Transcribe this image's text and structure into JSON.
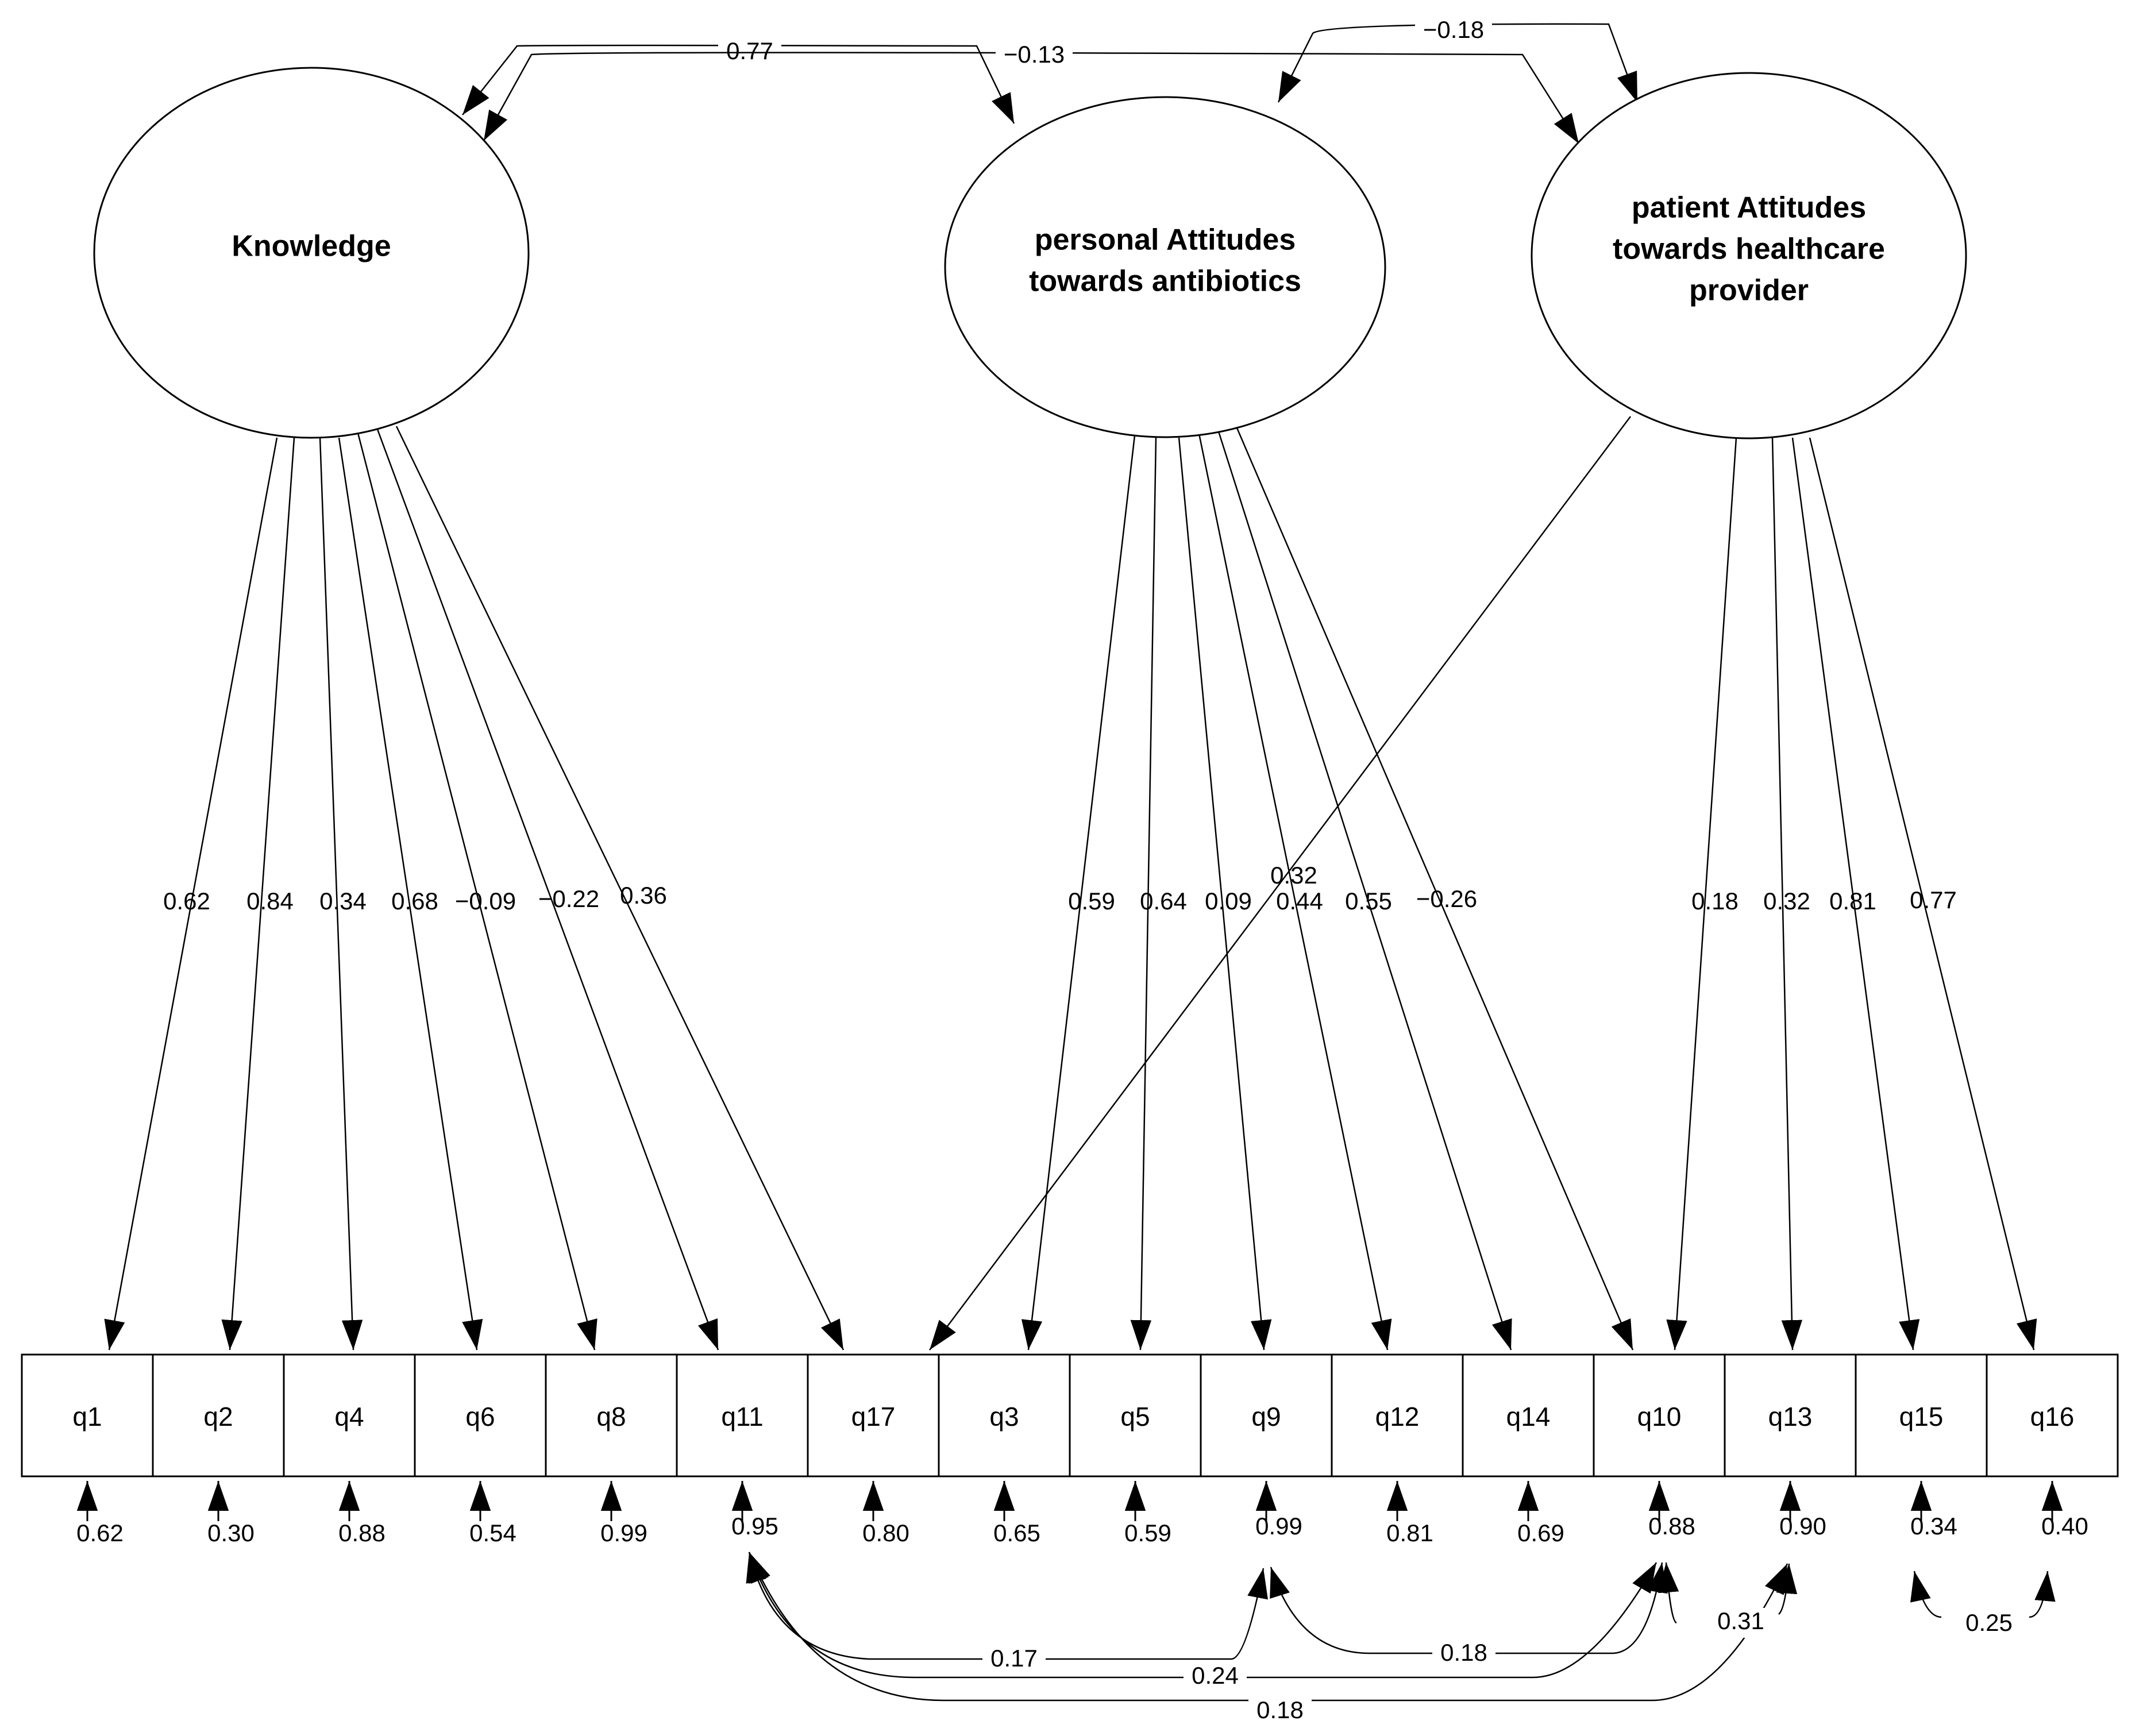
{
  "latents": [
    {
      "id": "K",
      "lines": [
        "Knowledge"
      ]
    },
    {
      "id": "PA",
      "lines": [
        "personal Attitudes",
        "towards antibiotics"
      ]
    },
    {
      "id": "PT",
      "lines": [
        "patient Attitudes",
        "towards healthcare",
        "provider"
      ]
    }
  ],
  "items": [
    "q1",
    "q2",
    "q4",
    "q6",
    "q8",
    "q11",
    "q17",
    "q3",
    "q5",
    "q9",
    "q12",
    "q14",
    "q10",
    "q13",
    "q15",
    "q16"
  ],
  "latent_covariances": [
    {
      "from": "K",
      "to": "PA",
      "value": "0.77"
    },
    {
      "from": "K",
      "to": "PT",
      "value": "−0.13"
    },
    {
      "from": "PA",
      "to": "PT",
      "value": "−0.18"
    }
  ],
  "loadings": [
    {
      "latent": "K",
      "item": "q1",
      "value": "0.62"
    },
    {
      "latent": "K",
      "item": "q2",
      "value": "0.84"
    },
    {
      "latent": "K",
      "item": "q4",
      "value": "0.34"
    },
    {
      "latent": "K",
      "item": "q6",
      "value": "0.68"
    },
    {
      "latent": "K",
      "item": "q8",
      "value": "−0.09"
    },
    {
      "latent": "K",
      "item": "q11",
      "value": "−0.22"
    },
    {
      "latent": "K",
      "item": "q17",
      "value": "0.36"
    },
    {
      "latent": "PA",
      "item": "q3",
      "value": "0.59"
    },
    {
      "latent": "PA",
      "item": "q5",
      "value": "0.64"
    },
    {
      "latent": "PA",
      "item": "q9",
      "value": "0.09"
    },
    {
      "latent": "PA",
      "item": "q12",
      "value": "0.44"
    },
    {
      "latent": "PA",
      "item": "q14",
      "value": "0.55"
    },
    {
      "latent": "PA",
      "item": "q10",
      "value": "−0.26"
    },
    {
      "latent": "PT",
      "item": "q17",
      "value": "0.32"
    },
    {
      "latent": "PT",
      "item": "q10",
      "value": "0.18"
    },
    {
      "latent": "PT",
      "item": "q13",
      "value": "0.32"
    },
    {
      "latent": "PT",
      "item": "q15",
      "value": "0.81"
    },
    {
      "latent": "PT",
      "item": "q16",
      "value": "0.77"
    }
  ],
  "residuals": [
    {
      "item": "q1",
      "value": "0.62"
    },
    {
      "item": "q2",
      "value": "0.30"
    },
    {
      "item": "q4",
      "value": "0.88"
    },
    {
      "item": "q6",
      "value": "0.54"
    },
    {
      "item": "q8",
      "value": "0.99"
    },
    {
      "item": "q11",
      "value": "0.95"
    },
    {
      "item": "q17",
      "value": "0.80"
    },
    {
      "item": "q3",
      "value": "0.65"
    },
    {
      "item": "q5",
      "value": "0.59"
    },
    {
      "item": "q9",
      "value": "0.99"
    },
    {
      "item": "q12",
      "value": "0.81"
    },
    {
      "item": "q14",
      "value": "0.69"
    },
    {
      "item": "q10",
      "value": "0.88"
    },
    {
      "item": "q13",
      "value": "0.90"
    },
    {
      "item": "q15",
      "value": "0.34"
    },
    {
      "item": "q16",
      "value": "0.40"
    }
  ],
  "error_covariances": [
    {
      "a": "q11",
      "b": "q9",
      "value": "0.17"
    },
    {
      "a": "q11",
      "b": "q10",
      "value": "0.24"
    },
    {
      "a": "q11",
      "b": "q13",
      "value": "0.18"
    },
    {
      "a": "q9",
      "b": "q10",
      "value": "0.18"
    },
    {
      "a": "q10",
      "b": "q13",
      "value": "0.31"
    },
    {
      "a": "q15",
      "b": "q16",
      "value": "0.25"
    }
  ]
}
